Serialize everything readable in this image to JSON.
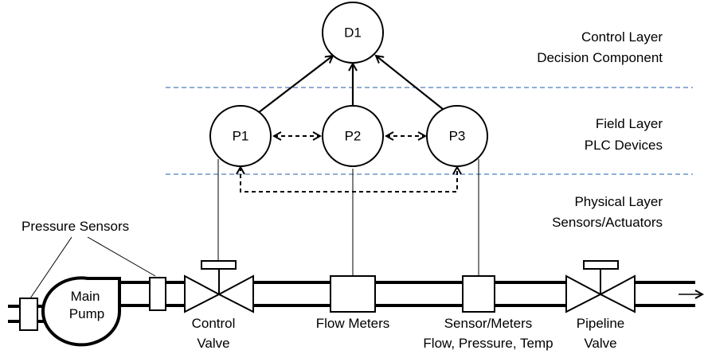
{
  "layers": {
    "control": {
      "title": "Control Layer",
      "subtitle": "Decision Component"
    },
    "field": {
      "title": "Field Layer",
      "subtitle": "PLC Devices"
    },
    "physical": {
      "title": "Physical Layer",
      "subtitle": "Sensors/Actuators"
    }
  },
  "nodes": {
    "decision": "D1",
    "plc1": "P1",
    "plc2": "P2",
    "plc3": "P3"
  },
  "labels": {
    "pressure_sensors": "Pressure Sensors",
    "main_pump_line1": "Main",
    "main_pump_line2": "Pump",
    "control_valve_line1": "Control",
    "control_valve_line2": "Valve",
    "flow_meters": "Flow Meters",
    "sensor_meters_line1": "Sensor/Meters",
    "sensor_meters_line2": "Flow, Pressure, Temp",
    "pipeline_valve_line1": "Pipeline",
    "pipeline_valve_line2": "Valve"
  },
  "colors": {
    "layer_divider": "#4a7ebb",
    "stroke": "#000000"
  }
}
